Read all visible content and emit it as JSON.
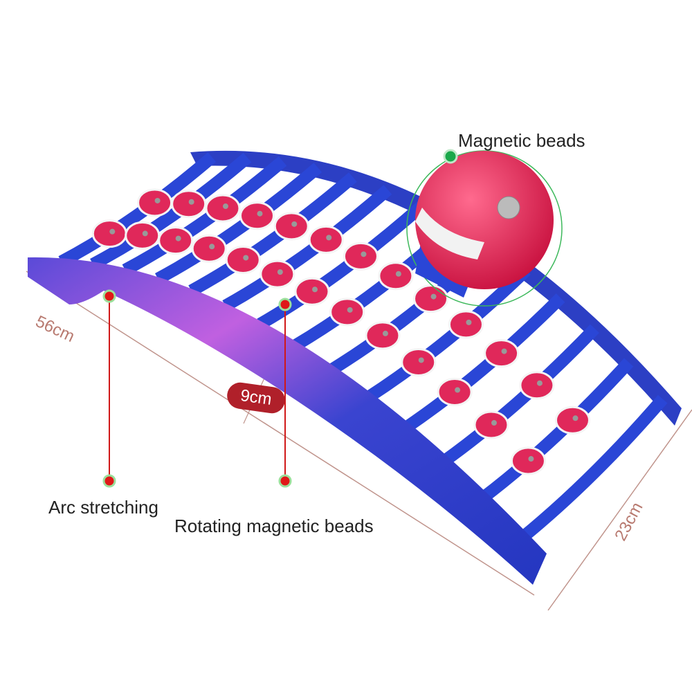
{
  "labels": {
    "magnetic_beads": "Magnetic beads",
    "arc_stretching": "Arc stretching",
    "rotating_beads": "Rotating magnetic beads"
  },
  "dimensions": {
    "length": "56cm",
    "height": "9cm",
    "width": "23cm"
  },
  "colors": {
    "frame": "#2f3fc8",
    "rod": "#2a46d6",
    "bead": "#e0285a",
    "green_dot": "#1aa84a",
    "red_dot": "#e01818",
    "dim_line": "#c0948c"
  },
  "product": {
    "rod_count": 14,
    "beads_per_rod": 2
  }
}
